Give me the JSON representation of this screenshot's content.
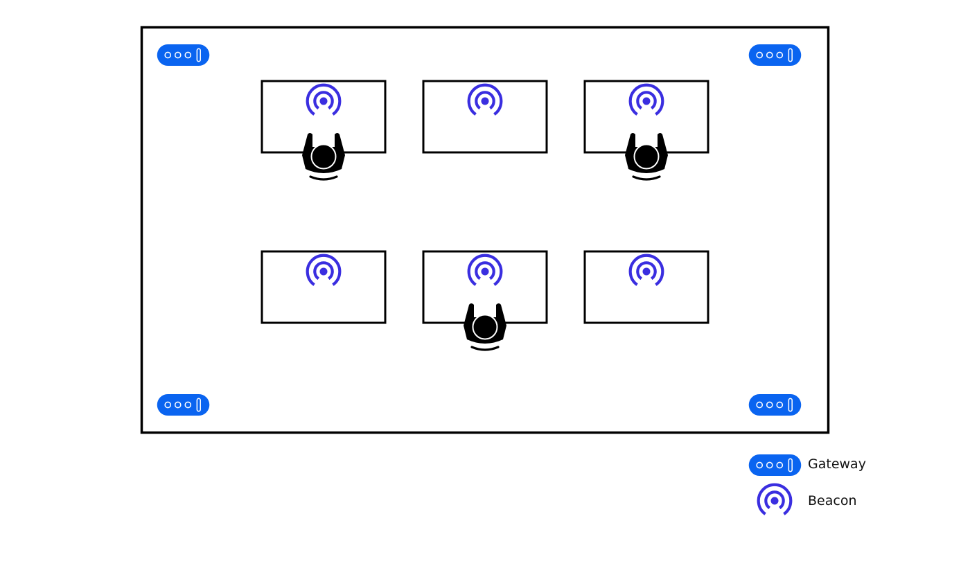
{
  "colors": {
    "gateway": "#0a64f0",
    "beacon": "#3a2ee0",
    "outline": "#000000",
    "background": "#ffffff"
  },
  "icons": {
    "gateway": "gateway-icon",
    "beacon": "beacon-icon",
    "person": "person-icon"
  },
  "legend": {
    "gateway_label": "Gateway",
    "beacon_label": "Beacon"
  },
  "desks": [
    {
      "row": 1,
      "column": 1,
      "beacon": true,
      "occupied": true
    },
    {
      "row": 1,
      "column": 2,
      "beacon": true,
      "occupied": false
    },
    {
      "row": 1,
      "column": 3,
      "beacon": true,
      "occupied": true
    },
    {
      "row": 2,
      "column": 1,
      "beacon": true,
      "occupied": false
    },
    {
      "row": 2,
      "column": 2,
      "beacon": true,
      "occupied": true
    },
    {
      "row": 2,
      "column": 3,
      "beacon": true,
      "occupied": false
    }
  ],
  "gateways": [
    "top-left",
    "top-right",
    "bottom-left",
    "bottom-right"
  ]
}
